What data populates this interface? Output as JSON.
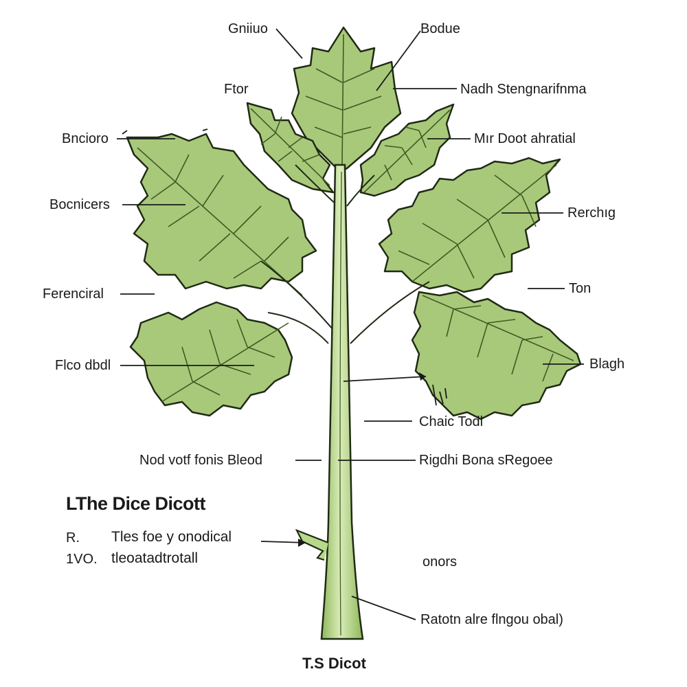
{
  "labels": {
    "top_left": "Gniiuo",
    "top_right": "Bodue",
    "l1": "Ftor",
    "r1": "Nadh Stengnarifnma",
    "l2": "Bncioro",
    "r2": "Mır Doot ahratial",
    "l3": "Bocnicers",
    "r3": "Rerchıg",
    "l4": "Ferenciral",
    "r4": "Ton",
    "l5": "Flco dbdl",
    "r5": "Blagh",
    "r6": "Chaic Todl",
    "l7": "Nod votf fonis Bleod",
    "r7": "Rigdhi Bona sRegoee",
    "r8": "onors",
    "r9": "Ratotn alre flngou obal)"
  },
  "legend": {
    "title": "LThe Dice Dicott",
    "key1": "R.",
    "text1": "Tles foe y onodical",
    "key2": "1VO.",
    "text2": "tleoatadtrotall"
  },
  "caption": "T.S Dicot",
  "colors": {
    "leaf_fill": "#a8c97a",
    "leaf_outline": "#1f2a14",
    "stem": "#b7d98b",
    "vein": "#3f5a22"
  }
}
